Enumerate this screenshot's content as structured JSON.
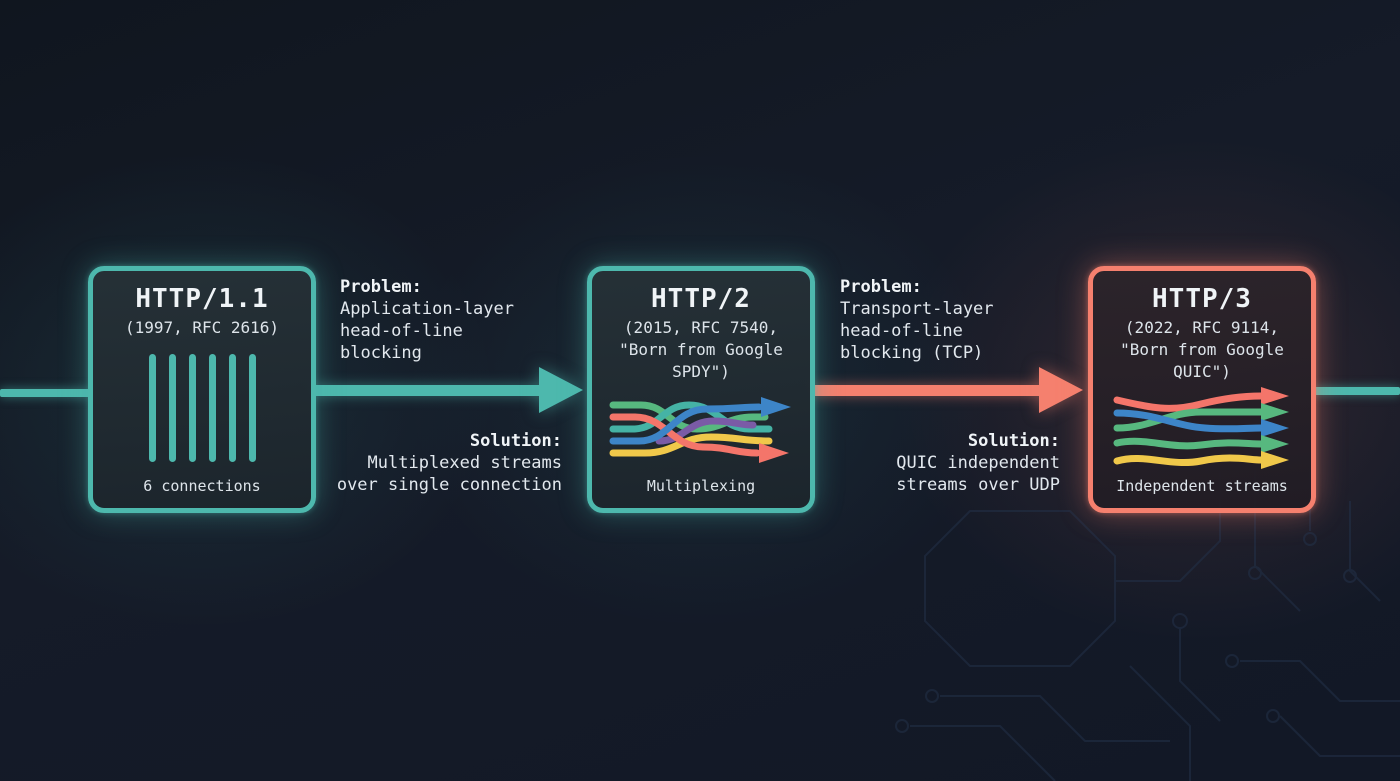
{
  "versions": [
    {
      "name": "HTTP/1.1",
      "meta": "(1997, RFC 2616)",
      "caption": "6 connections",
      "icon": "six-parallel-connections-icon",
      "accent": "#4db8ad"
    },
    {
      "name": "HTTP/2",
      "meta": "(2015, RFC 7540,\n\"Born from Google\nSPDY\")",
      "caption": "Multiplexing",
      "icon": "multiplexed-streams-icon",
      "accent": "#4db8ad"
    },
    {
      "name": "HTTP/3",
      "meta": "(2022, RFC 9114,\n\"Born from Google\nQUIC\")",
      "caption": "Independent streams",
      "icon": "independent-streams-icon",
      "accent": "#f5806e"
    }
  ],
  "transitions": [
    {
      "problem_label": "Problem:",
      "problem_text": "Application-layer\nhead-of-line\nblocking",
      "solution_label": "Solution:",
      "solution_text": "Multiplexed streams\nover single connection",
      "arrow_color": "#4db8ad"
    },
    {
      "problem_label": "Problem:",
      "problem_text": "Transport-layer\nhead-of-line\nblocking (TCP)",
      "solution_label": "Solution:",
      "solution_text": "QUIC independent\nstreams over UDP",
      "arrow_color": "#f5806e"
    }
  ],
  "colors": {
    "background": "#141a27",
    "teal_accent": "#4db8ad",
    "salmon_accent": "#f5806e",
    "text": "#e9edf2",
    "stream_green": "#57b87f",
    "stream_blue": "#3d85c8",
    "stream_purple": "#7a5ba6",
    "stream_yellow": "#f0c84a",
    "stream_salmon": "#f4756a",
    "stream_teal": "#45b3a5"
  }
}
